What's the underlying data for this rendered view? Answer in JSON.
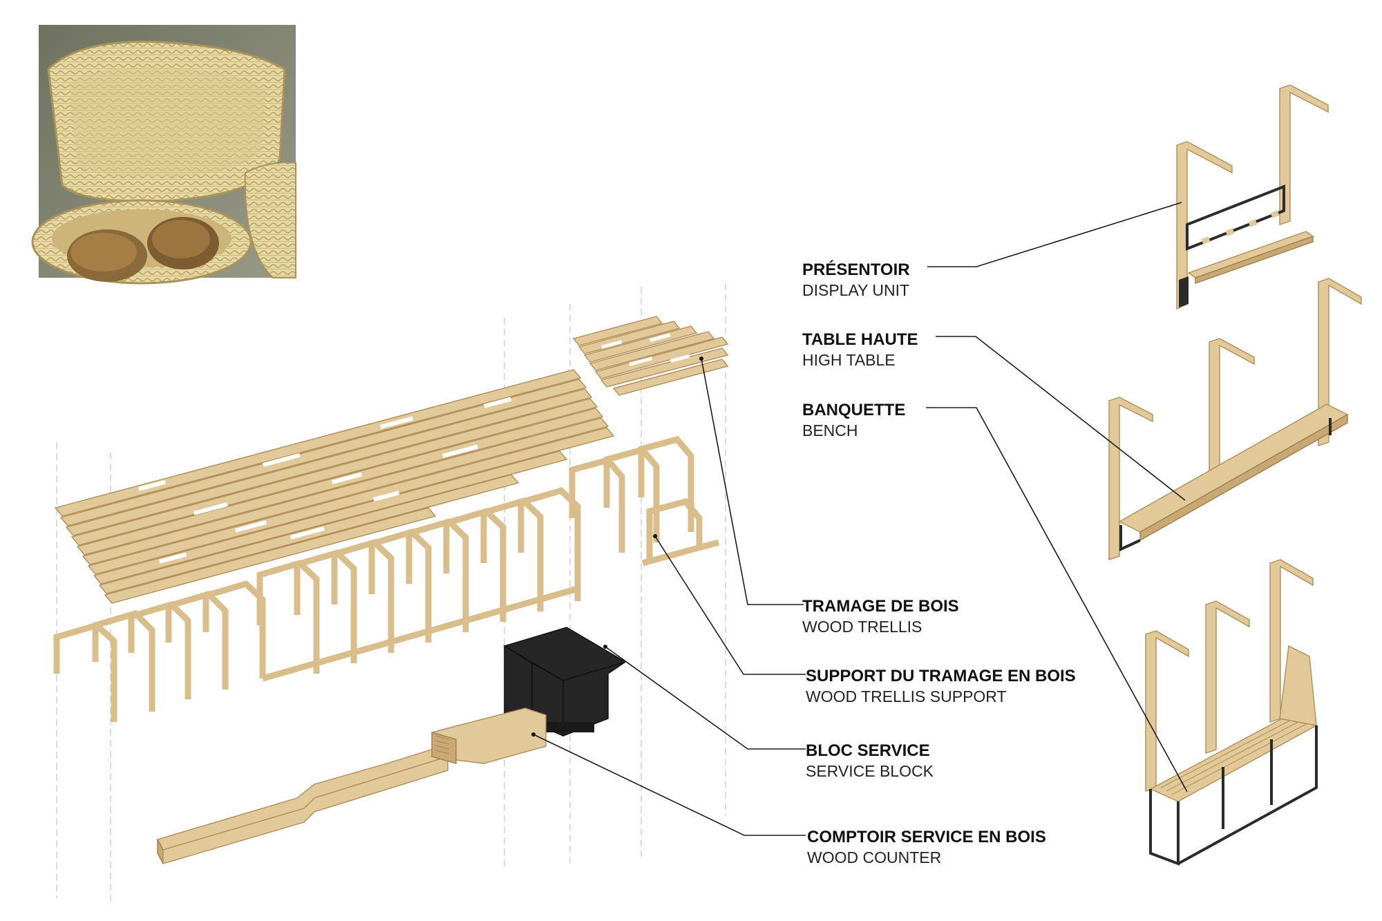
{
  "labels": [
    {
      "title": "PRÉSENTOIR",
      "subtitle": "DISPLAY UNIT"
    },
    {
      "title": "TABLE HAUTE",
      "subtitle": "HIGH TABLE"
    },
    {
      "title": "BANQUETTE",
      "subtitle": "BENCH"
    },
    {
      "title": "TRAMAGE DE BOIS",
      "subtitle": "WOOD TRELLIS"
    },
    {
      "title": "SUPPORT DU TRAMAGE EN BOIS",
      "subtitle": "WOOD TRELLIS SUPPORT"
    },
    {
      "title": "BLOC SERVICE",
      "subtitle": "SERVICE BLOCK"
    },
    {
      "title": "COMPTOIR SERVICE EN BOIS",
      "subtitle": "WOOD  COUNTER"
    }
  ],
  "colors": {
    "wood": "#e2c99a",
    "wood_edge": "#b08d57",
    "service_block": "#262626",
    "leader_line": "#1a1a1a",
    "guide_line": "#c8c8c8"
  }
}
